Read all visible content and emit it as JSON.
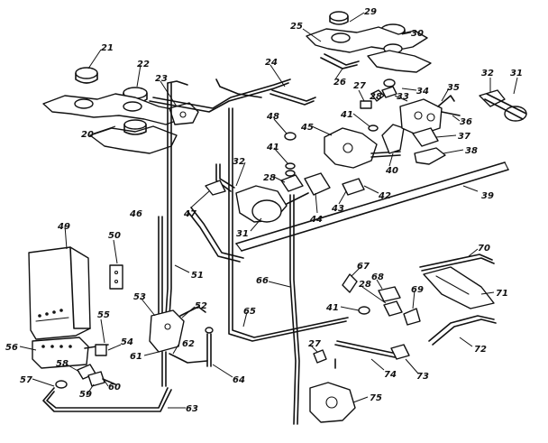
{
  "diagram": {
    "labels": {
      "p21": "21",
      "p22": "22",
      "p23": "23",
      "p20": "20",
      "p24": "24",
      "p25": "25",
      "p29": "29",
      "p30": "30",
      "p26": "26",
      "p27": "27",
      "p28a": "28",
      "p33": "33",
      "p34": "34",
      "p35": "35",
      "p32a": "32",
      "p31a": "31",
      "p36": "36",
      "p41a": "41",
      "p48a": "48",
      "p45": "45",
      "p37": "37",
      "p38": "38",
      "p40": "40",
      "p41b": "41",
      "p32b": "32",
      "p28b": "28",
      "p42": "42",
      "p43": "43",
      "p44": "44",
      "p47": "47",
      "p31b": "31",
      "p39": "39",
      "p46": "46",
      "p49": "49",
      "p50": "50",
      "p51": "51",
      "p53": "53",
      "p52": "52",
      "p55": "55",
      "p54": "54",
      "p56": "56",
      "p61": "61",
      "p62": "62",
      "p64": "64",
      "p58": "58",
      "p57": "57",
      "p59": "59",
      "p60": "60",
      "p63": "63",
      "p65": "65",
      "p66": "66",
      "p67": "67",
      "p68": "68",
      "p41c": "41",
      "p28c": "28",
      "p69": "69",
      "p70": "70",
      "p71": "71",
      "p72": "72",
      "p27b": "27",
      "p74": "74",
      "p73": "73",
      "p75": "75"
    }
  }
}
